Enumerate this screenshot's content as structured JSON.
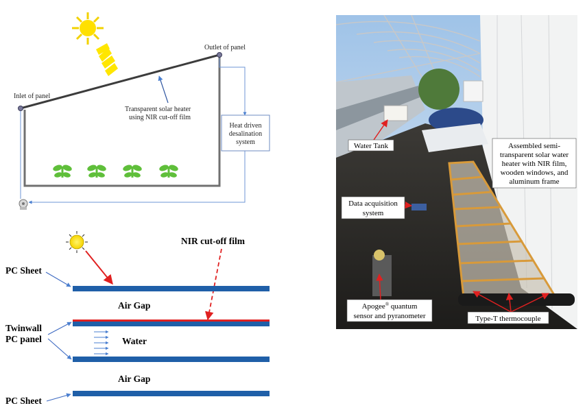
{
  "greenhouse": {
    "outlet_label": "Outlet of panel",
    "inlet_label": "Inlet of panel",
    "heater_label_line1": "Transparent solar heater",
    "heater_label_line2": "using NIR cut-off film",
    "desal_line1": "Heat driven",
    "desal_line2": "desalination",
    "desal_line3": "system"
  },
  "cross_section": {
    "nir_label": "NIR cut-off film",
    "pc_sheet_top": "PC Sheet",
    "air_gap_top": "Air Gap",
    "twinwall_line1": "Twinwall",
    "twinwall_line2": "PC panel",
    "water": "Water",
    "air_gap_bottom": "Air Gap",
    "pc_sheet_bottom": "PC Sheet"
  },
  "photo": {
    "water_tank": "Water Tank",
    "assembled_line1": "Assembled semi-",
    "assembled_line2": "transparent solar water",
    "assembled_line3": "heater with NIR film,",
    "assembled_line4": "wooden windows, and",
    "assembled_line5": "aluminum frame",
    "daq_line1": "Data acquisition",
    "daq_line2": "system",
    "apogee_line1": "Apogee",
    "apogee_sup": "®",
    "apogee_line1_rest": " quantum",
    "apogee_line2": "sensor and pyranometer",
    "thermocouple": "Type-T thermocouple"
  },
  "colors": {
    "sheet_blue": "#1f5fa8",
    "film_red": "#e02020",
    "arrow_blue": "#4a7fd0",
    "sun_yellow": "#ffe000",
    "plant_green": "#5fbf3a",
    "frame_gray": "#666666"
  }
}
